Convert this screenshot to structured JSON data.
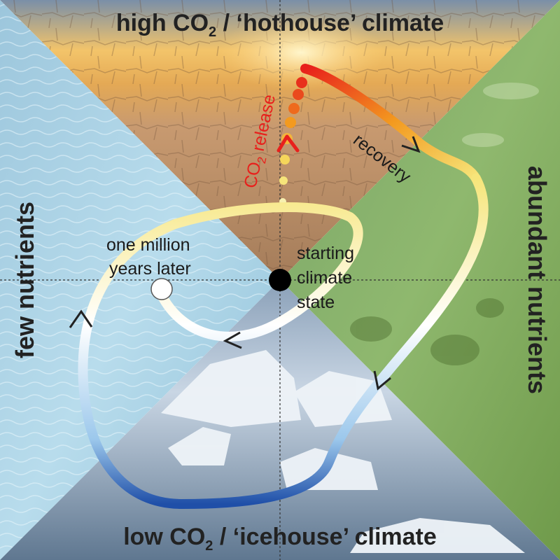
{
  "regions": {
    "top": {
      "title_main": "high CO",
      "title_sub": "2",
      "title_rest": " / ‘hothouse’ climate"
    },
    "bottom": {
      "title_main": "low CO",
      "title_sub": "2",
      "title_rest": " / ‘icehouse’ climate"
    },
    "left": {
      "label": "few nutrients"
    },
    "right": {
      "label": "abundant nutrients"
    }
  },
  "labels": {
    "co2_release_main": "CO",
    "co2_release_sub": "2",
    "co2_release_rest": " release",
    "recovery": "recovery",
    "start_line1": "starting",
    "start_line2": "climate",
    "start_line3": "state",
    "later_line1": "one million",
    "later_line2": "years later"
  },
  "colors": {
    "hot_red": "#e8201c",
    "hot_orange": "#f39a1f",
    "warm_yellow": "#f6e57a",
    "neutral_white": "#ffffff",
    "cool_light_blue": "#aad4f0",
    "cold_blue": "#1f4fa8",
    "start_marker": "#000000",
    "end_marker": "#ffffff"
  }
}
